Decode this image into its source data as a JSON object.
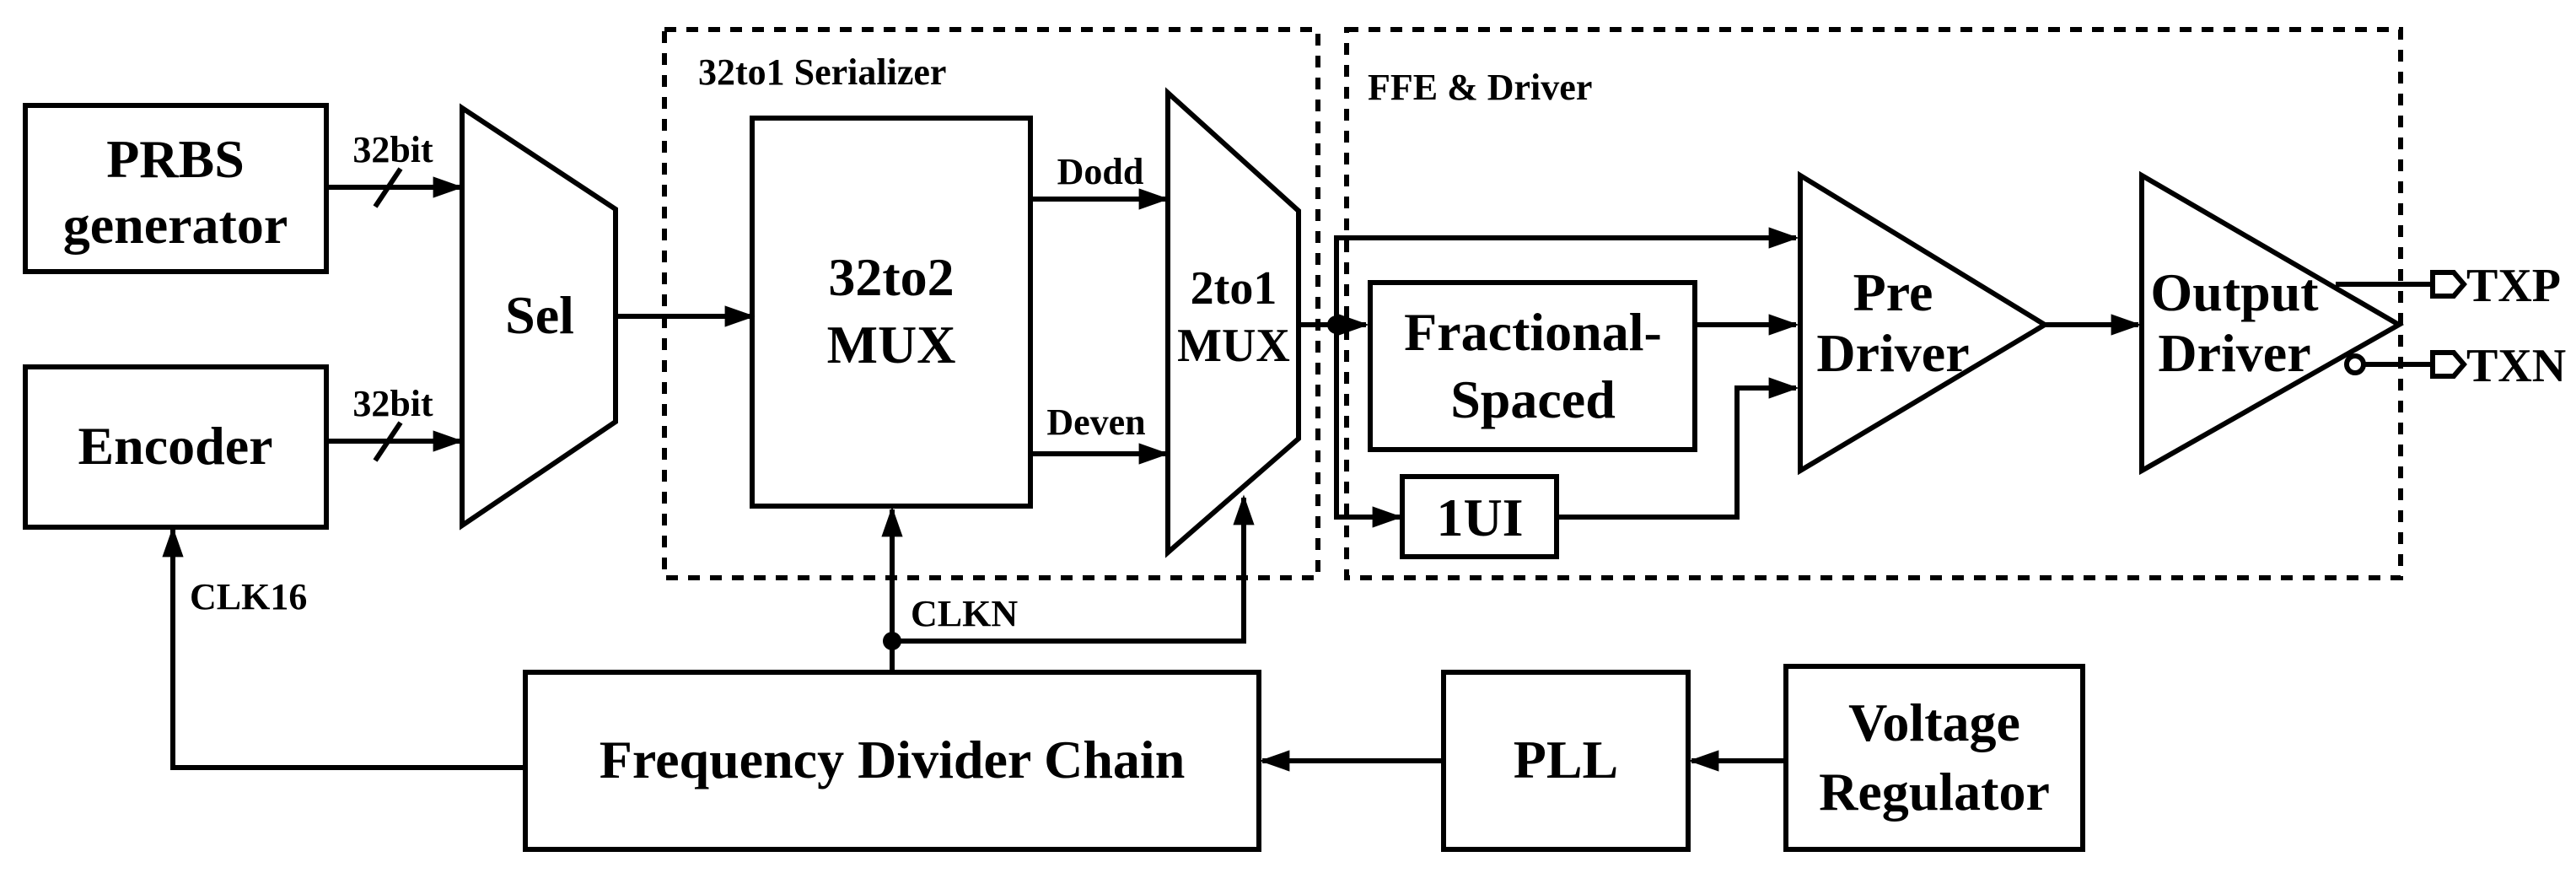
{
  "groups": {
    "serializer": "32to1 Serializer",
    "ffe_driver": "FFE & Driver"
  },
  "blocks": {
    "prbs_line1": "PRBS",
    "prbs_line2": "generator",
    "encoder": "Encoder",
    "sel": "Sel",
    "mux32to2_line1": "32to2",
    "mux32to2_line2": "MUX",
    "mux2to1_line1": "2to1",
    "mux2to1_line2": "MUX",
    "fractional_line1": "Fractional-",
    "fractional_line2": "Spaced",
    "delay": "1UI",
    "predriver_line1": "Pre",
    "predriver_line2": "Driver",
    "outdriver_line1": "Output",
    "outdriver_line2": "Driver",
    "divider": "Frequency Divider Chain",
    "pll": "PLL",
    "regulator_line1": "Voltage",
    "regulator_line2": "Regulator"
  },
  "signals": {
    "bus_prbs": "32bit",
    "bus_encoder": "32bit",
    "dodd": "Dodd",
    "deven": "Deven",
    "clkn": "CLKN",
    "clk16": "CLK16",
    "txp": "TXP",
    "txn": "TXN"
  }
}
